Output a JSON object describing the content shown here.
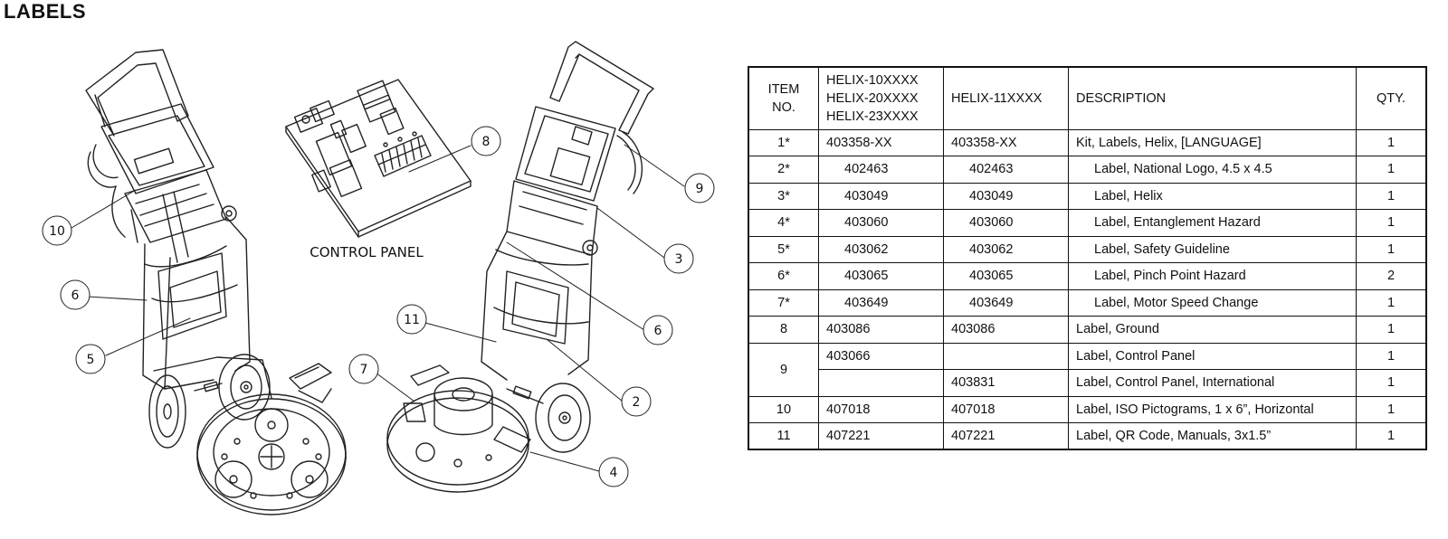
{
  "page": {
    "title": "LABELS"
  },
  "drawing": {
    "control_panel_label": "CONTROL PANEL",
    "callouts_left": [
      "10",
      "6",
      "5"
    ],
    "callouts_center": [
      "8",
      "11",
      "7"
    ],
    "callouts_right": [
      "9",
      "3",
      "6",
      "2",
      "4"
    ]
  },
  "table": {
    "headers": {
      "item": [
        "ITEM",
        "NO."
      ],
      "col_a": [
        "HELIX-10XXXX",
        "HELIX-20XXXX",
        "HELIX-23XXXX"
      ],
      "col_b": "HELIX-11XXXX",
      "description": "DESCRIPTION",
      "qty": "QTY."
    },
    "rows": [
      {
        "item": "1*",
        "a": "403358-XX",
        "b": "403358-XX",
        "desc": "Kit, Labels, Helix, [LANGUAGE]",
        "qty": "1"
      },
      {
        "item": "2*",
        "a": "402463",
        "b": "402463",
        "desc": "Label, National Logo, 4.5 x 4.5",
        "qty": "1"
      },
      {
        "item": "3*",
        "a": "403049",
        "b": "403049",
        "desc": "Label, Helix",
        "qty": "1"
      },
      {
        "item": "4*",
        "a": "403060",
        "b": "403060",
        "desc": "Label, Entanglement Hazard",
        "qty": "1"
      },
      {
        "item": "5*",
        "a": "403062",
        "b": "403062",
        "desc": "Label, Safety Guideline",
        "qty": "1"
      },
      {
        "item": "6*",
        "a": "403065",
        "b": "403065",
        "desc": "Label, Pinch Point Hazard",
        "qty": "2"
      },
      {
        "item": "7*",
        "a": "403649",
        "b": "403649",
        "desc": "Label, Motor Speed Change",
        "qty": "1"
      },
      {
        "item": "8",
        "a": "403086",
        "b": "403086",
        "desc": "Label, Ground",
        "qty": "1"
      },
      {
        "item": "9",
        "a": "403066",
        "b": "",
        "desc": "Label, Control Panel",
        "qty": "1"
      },
      {
        "item": "",
        "a": "",
        "b": "403831",
        "desc": "Label, Control Panel, International",
        "qty": "1"
      },
      {
        "item": "10",
        "a": "407018",
        "b": "407018",
        "desc": "Label, ISO Pictograms, 1 x 6”, Horizontal",
        "qty": "1"
      },
      {
        "item": "11",
        "a": "407221",
        "b": "407221",
        "desc": "Label, QR Code, Manuals, 3x1.5”",
        "qty": "1"
      }
    ]
  }
}
